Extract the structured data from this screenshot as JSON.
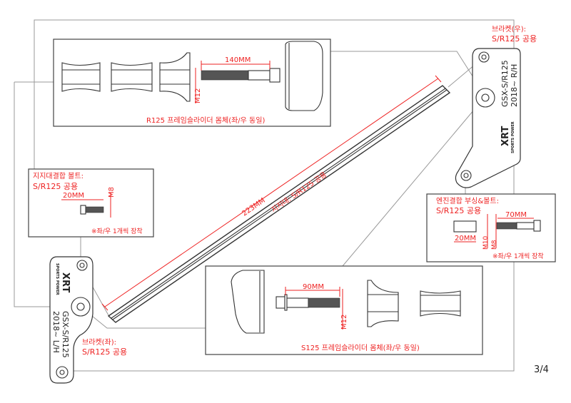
{
  "page_number": "3/4",
  "top_panel": {
    "caption": "R125 프레임슬라이더 몸체(좌/우 동일)",
    "bolt_length": "140MM",
    "bolt_thread": "M12"
  },
  "bottom_panel": {
    "caption": "S125 프레임슬라이더 몸체(좌/우 동일)",
    "bolt_length": "90MM",
    "bolt_thread": "M12"
  },
  "left_box": {
    "title": "지지대결합 볼트:",
    "subtitle": "S/R125 공용",
    "bolt_length": "20MM",
    "bolt_thread": "M8",
    "note": "※좌/우 1개씩 장착"
  },
  "right_box": {
    "title": "엔진결합 부싱&볼트:",
    "subtitle": "S/R125 공용",
    "bolt_length": "70MM",
    "bushing_length": "20MM",
    "bushing_dia": "M10",
    "bolt_thread": "M8",
    "note": "※좌/우 1개씩 장착"
  },
  "support_bar": {
    "length": "223MM",
    "label": "지지대: S/R125 공용"
  },
  "right_bracket": {
    "title": "브라켓(우):",
    "subtitle": "S/R125 공용",
    "model": "GSX-S/R125",
    "spec": "2018~ R/H",
    "logo": "XRT",
    "logo_sub": "SPORTS POWER"
  },
  "left_bracket": {
    "title": "브라켓(좌):",
    "subtitle": "S/R125 공용",
    "model": "GSX-S/R125",
    "spec": "2018~ L/H",
    "logo": "XRT",
    "logo_sub": "SPORTS POWER"
  },
  "colors": {
    "annotation": "#ee2222",
    "lines": "#333333"
  }
}
